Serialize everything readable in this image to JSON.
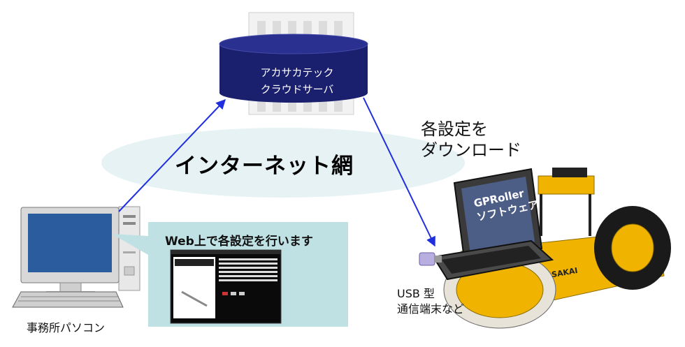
{
  "server": {
    "line1": "アカサカテック",
    "line2": "クラウドサーバ"
  },
  "internet": {
    "label": "インターネット網"
  },
  "download": {
    "line1": "各設定を",
    "line2": "ダウンロード"
  },
  "web_panel": {
    "caption": "Web上で各設定を行います"
  },
  "usb": {
    "line1": "USB 型",
    "line2": "通信端末など"
  },
  "office_pc": {
    "label": "事務所パソコン"
  },
  "laptop": {
    "line1": "GPRoller",
    "line2": "ソフトウェア"
  },
  "roller": {
    "brand": "SAKAI"
  },
  "colors": {
    "arrow": "#1f2fe0",
    "server_cylinder": "#1a1f6e",
    "cloud_ellipse": "#e6f2f4",
    "callout": "#bfe1e4",
    "monitor_screen": "#2b5c9e",
    "roller_body": "#f0b400"
  }
}
